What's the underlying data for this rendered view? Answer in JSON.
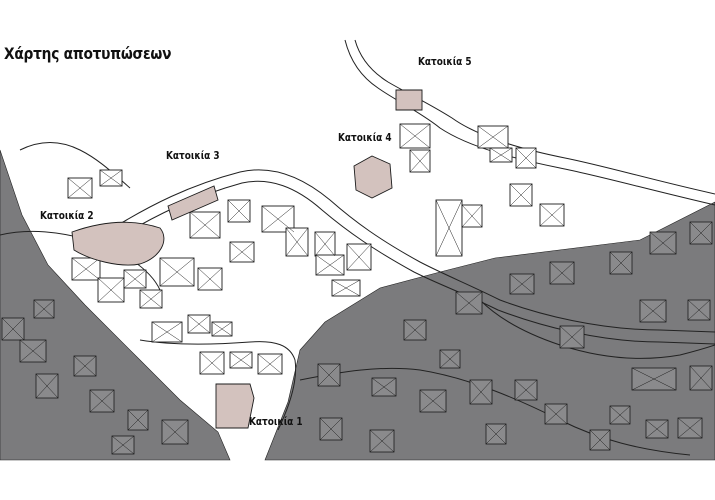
{
  "title": "Χάρτης αποτυπώσεων",
  "houses": [
    {
      "id": "h1",
      "label": "Κατοικία 1"
    },
    {
      "id": "h2",
      "label": "Κατοικία 2"
    },
    {
      "id": "h3",
      "label": "Κατοικία 3"
    },
    {
      "id": "h4",
      "label": "Κατοικία 4"
    },
    {
      "id": "h5",
      "label": "Κατοικία 5"
    }
  ],
  "colors": {
    "surrounding_area": "#7b7b7d",
    "highlight_fill": "#d3c2be",
    "building_stroke": "#1c1c1c",
    "road_stroke": "#222222"
  }
}
